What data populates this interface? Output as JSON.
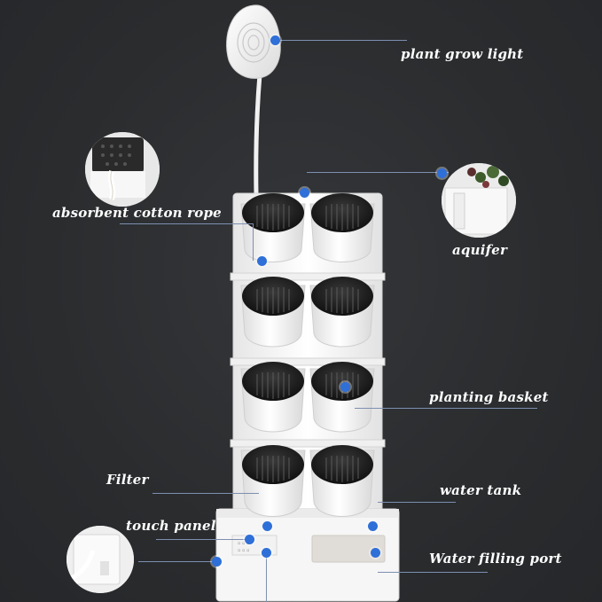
{
  "labels": {
    "grow_light": "plant grow light",
    "cotton_rope": "absorbent cotton rope",
    "aquifer": "aquifer",
    "planting_basket": "planting basket",
    "filter": "Filter",
    "water_tank": "water tank",
    "touch_panel": "touch panel",
    "filling_port": "Water filling port"
  },
  "colors": {
    "background": "#2b2d2f",
    "accent_dot": "#2f6fd8",
    "callout_line": "#7d8fb0",
    "label_text": "#ffffff",
    "planter_body": "#f4f4f4",
    "basket": "#1c1c1c"
  },
  "icons": {
    "inset_top_left": "cotton-rope-detail-photo",
    "inset_right": "aquifer-detail-photo",
    "inset_bottom_left": "touch-panel-detail-photo"
  }
}
